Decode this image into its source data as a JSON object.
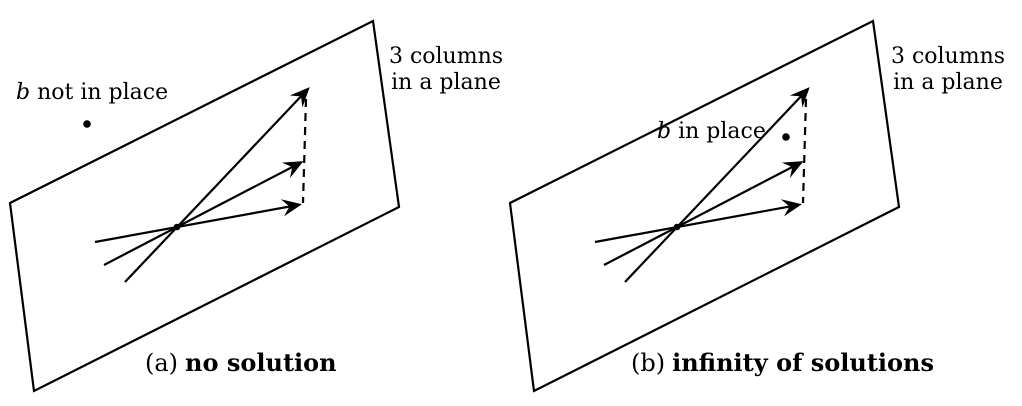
{
  "figure": {
    "left": {
      "point_label": {
        "var": "b",
        "rest": " not in place"
      },
      "plane_label": {
        "line1": "3 columns",
        "line2": "in a plane"
      },
      "caption": {
        "prefix": "(a)",
        "text": "no solution"
      }
    },
    "right": {
      "point_label": {
        "var": "b",
        "rest": " in place"
      },
      "plane_label": {
        "line1": "3 columns",
        "line2": "in a plane"
      },
      "caption": {
        "prefix": "(b)",
        "text": "infinity of solutions"
      }
    },
    "colors": {
      "ink": "#000000",
      "background": "#ffffff"
    }
  }
}
